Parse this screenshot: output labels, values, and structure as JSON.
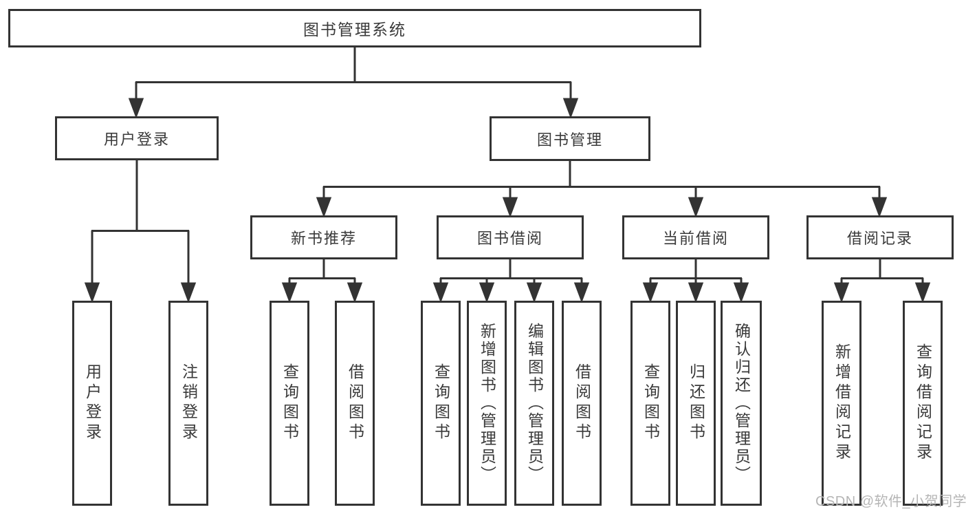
{
  "diagram": {
    "root": {
      "label": "图书管理系统"
    },
    "branches": [
      {
        "label": "用户登录"
      },
      {
        "label": "图书管理"
      }
    ],
    "modules": [
      {
        "label": "新书推荐"
      },
      {
        "label": "图书借阅"
      },
      {
        "label": "当前借阅"
      },
      {
        "label": "借阅记录"
      }
    ],
    "leaves": [
      {
        "label": "用户登录"
      },
      {
        "label": "注销登录"
      },
      {
        "label": "查询图书"
      },
      {
        "label": "借阅图书"
      },
      {
        "label": "查询图书"
      },
      {
        "label": "新增图书（管理员）"
      },
      {
        "label": "编辑图书（管理员）"
      },
      {
        "label": "借阅图书"
      },
      {
        "label": "查询图书"
      },
      {
        "label": "归还图书"
      },
      {
        "label": "确认归还（管理员）"
      },
      {
        "label": "新增借阅记录"
      },
      {
        "label": "查询借阅记录"
      }
    ]
  },
  "watermark": {
    "text": "CSDN @软件_小贺同学"
  },
  "colors": {
    "line": "#333333",
    "box_border": "#333333",
    "text": "#3a3a3a",
    "watermark": "#b5b5b5",
    "background": "#ffffff"
  }
}
